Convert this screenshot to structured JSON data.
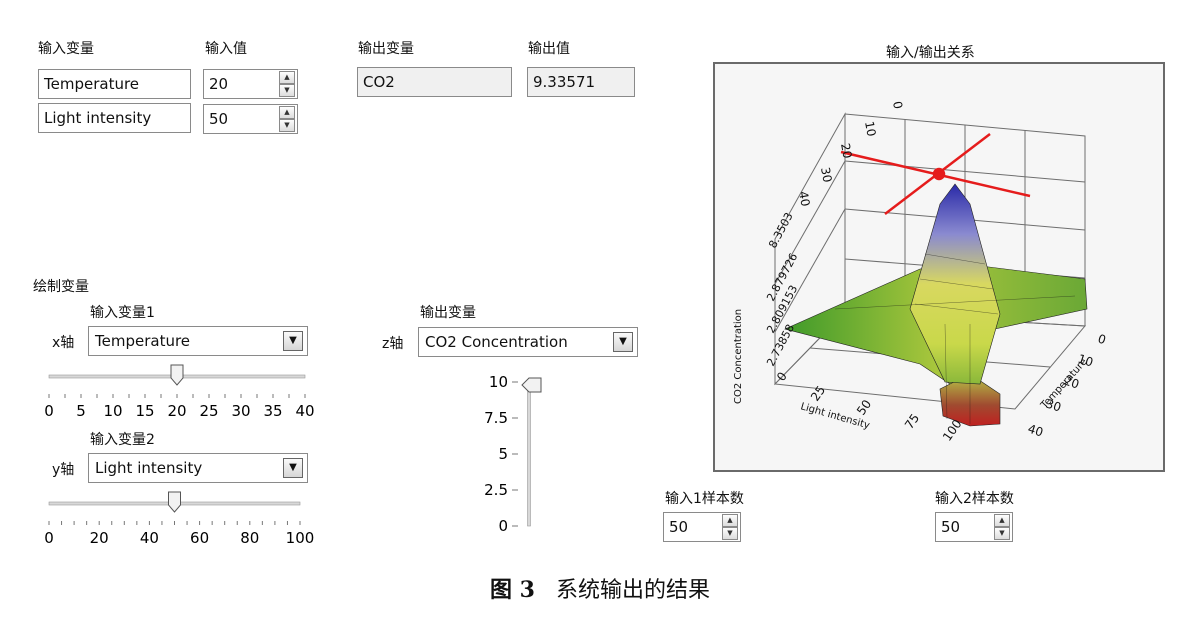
{
  "inputs": {
    "var_header": "输入变量",
    "val_header": "输入值",
    "rows": [
      {
        "name": "Temperature",
        "value": "20"
      },
      {
        "name": "Light intensity",
        "value": "50"
      }
    ]
  },
  "outputs": {
    "var_header": "输出变量",
    "val_header": "输出值",
    "name": "CO2",
    "value": "9.33571"
  },
  "plot_vars": {
    "section_label": "绘制变量",
    "x": {
      "header": "输入变量1",
      "axis_label": "x轴",
      "selected": "Temperature",
      "slider_ticks": [
        "0",
        "5",
        "10",
        "15",
        "20",
        "25",
        "30",
        "35",
        "40"
      ],
      "slider_value": 20,
      "slider_range": [
        0,
        40
      ]
    },
    "y": {
      "header": "输入变量2",
      "axis_label": "y轴",
      "selected": "Light intensity",
      "slider_ticks": [
        "0",
        "20",
        "40",
        "60",
        "80",
        "100"
      ],
      "slider_value": 50,
      "slider_range": [
        0,
        100
      ]
    },
    "z": {
      "header": "输出变量",
      "axis_label": "z轴",
      "selected": "CO2 Concentration",
      "slider_ticks": [
        "10",
        "7.5",
        "5",
        "2.5",
        "0"
      ],
      "slider_value": 10,
      "slider_range": [
        0,
        10
      ]
    }
  },
  "graph": {
    "title": "输入/输出关系",
    "z_axis_label": "CO2 Concentration",
    "x_axis_label": "Light intensity",
    "y_axis_label": "Temperature",
    "z_ticks": [
      "2.73858",
      "2.809153",
      "2.879726",
      "8.3503"
    ],
    "x_ticks": [
      "0",
      "25",
      "50",
      "75",
      "100"
    ],
    "y_ticks": [
      "0",
      "10",
      "20",
      "30",
      "40"
    ],
    "back_ticks": [
      "0",
      "10",
      "20",
      "30",
      "40"
    ],
    "colors": {
      "cursor": "#e51c1c",
      "frame_border": "#5a5a5a"
    }
  },
  "samples": {
    "s1_label": "输入1样本数",
    "s1_value": "50",
    "s2_label": "输入2样本数",
    "s2_value": "50"
  },
  "caption": {
    "fig": "图 3",
    "text": "系统输出的结果"
  }
}
